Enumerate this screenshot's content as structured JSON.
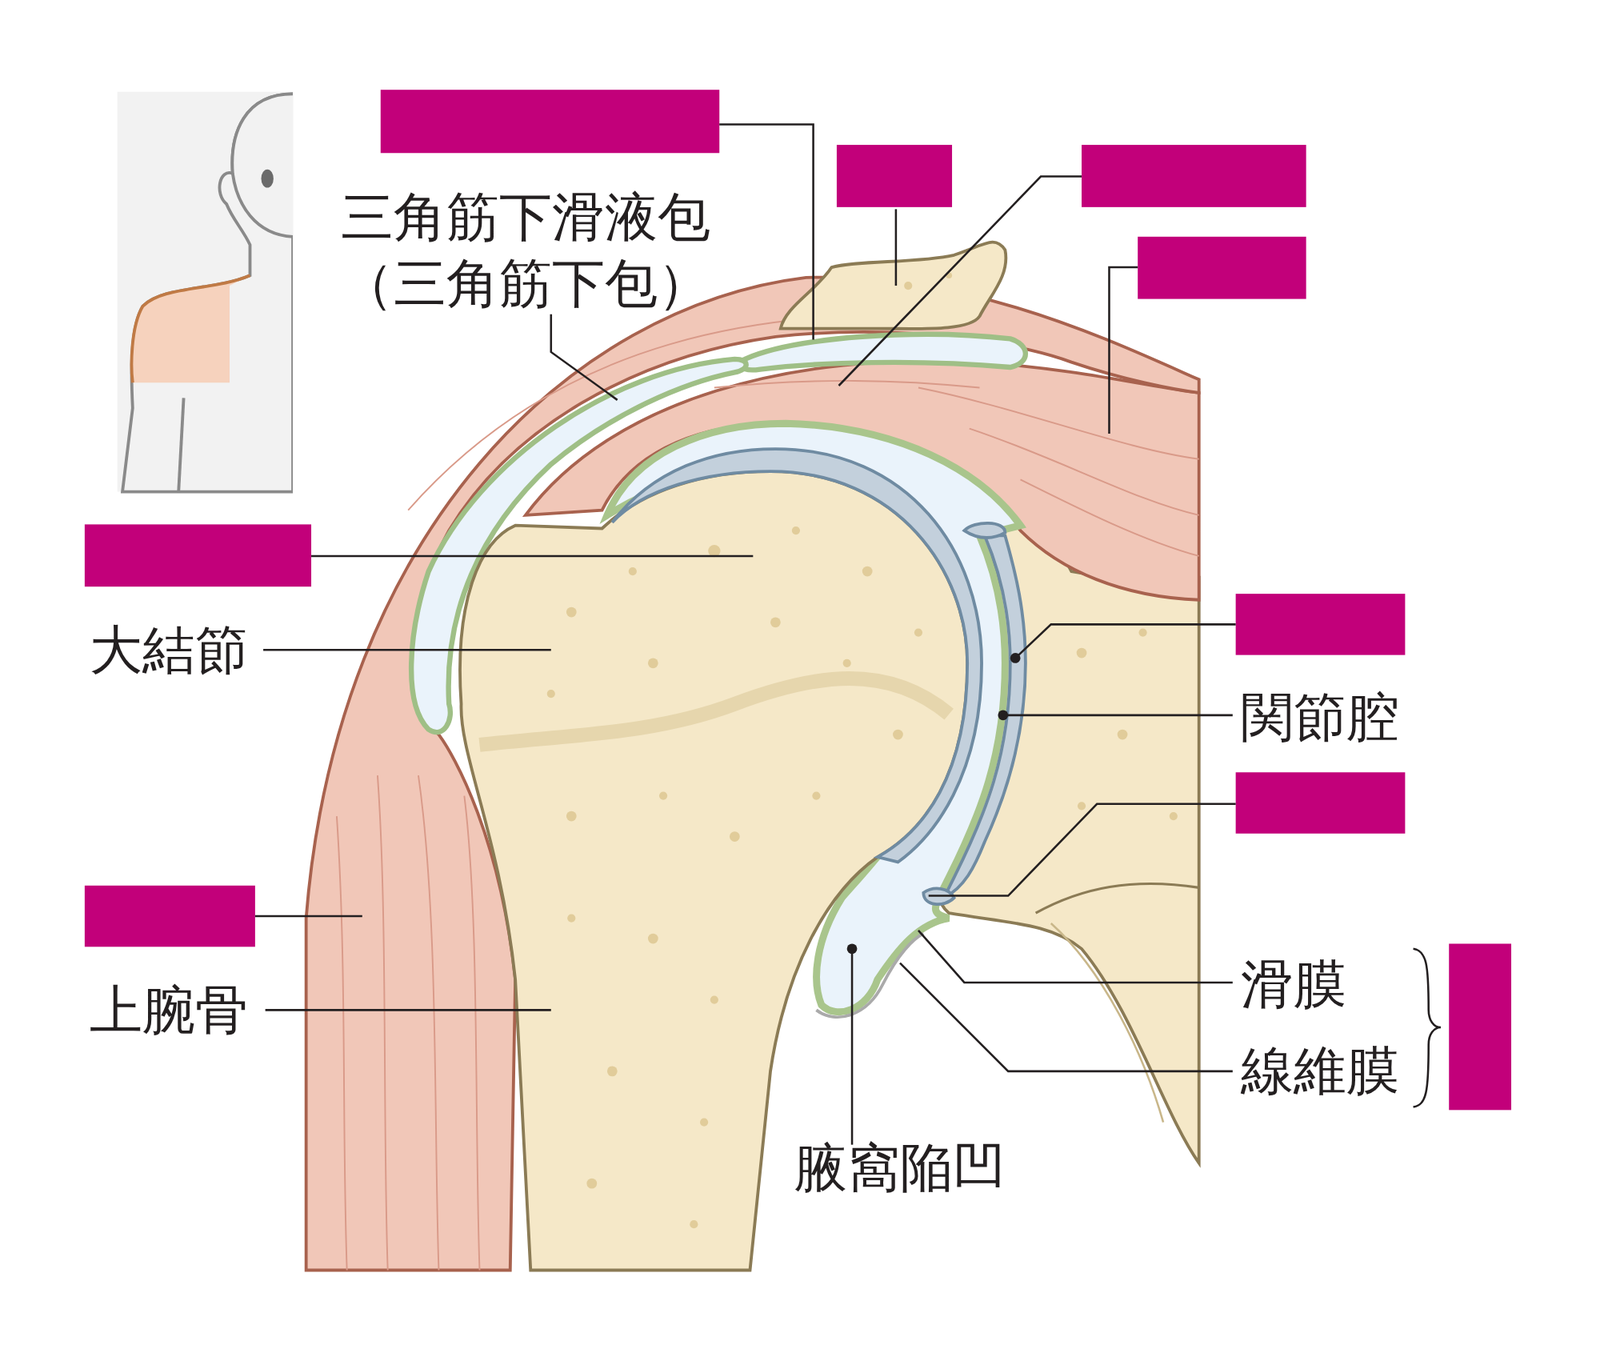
{
  "diagram": {
    "labels": [
      "三角筋下滑液包 （三角筋下包）",
      "大結節",
      "上腕骨",
      "関節腔",
      "滑膜",
      "線維膜",
      "腋窩陥凹"
    ]
  }
}
